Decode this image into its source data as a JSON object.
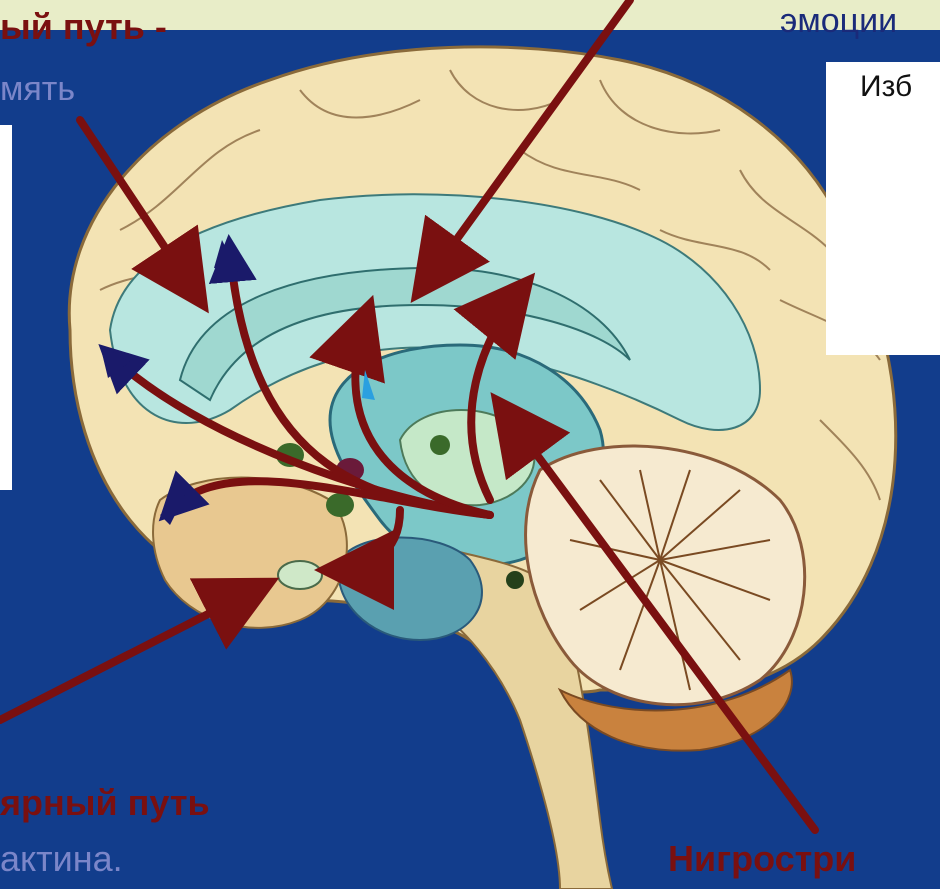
{
  "labels": {
    "top_left_title": "ый путь -",
    "top_left_sub": "мять",
    "top_right": "эмоции",
    "box_right_text": "Изб",
    "bottom_left_title": "ярный путь",
    "bottom_left_sub": "актина.",
    "bottom_right": "Нигростри"
  },
  "colors": {
    "background": "#123d8c",
    "arrow": "#7a1010",
    "label_accent": "#7a1010",
    "label_sub": "#7b86c9"
  }
}
